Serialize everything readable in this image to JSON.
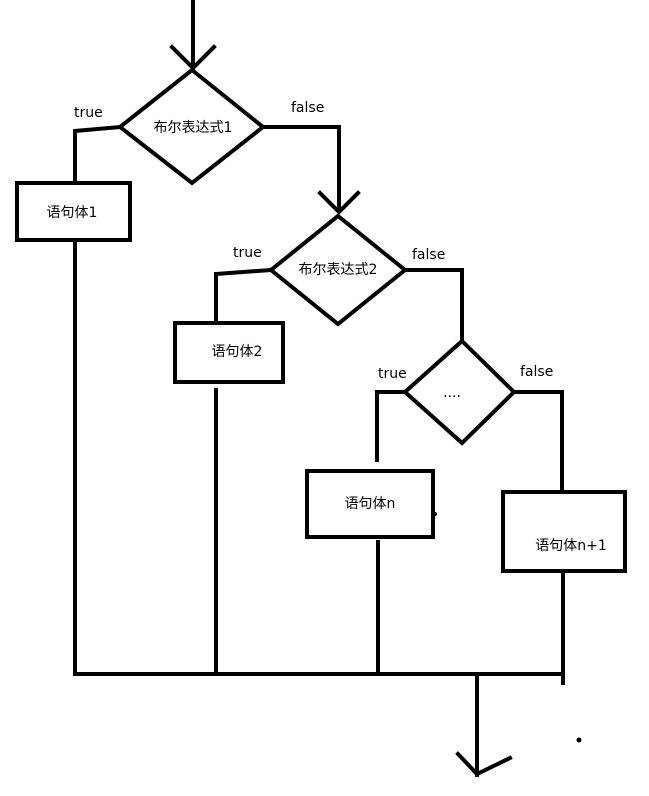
{
  "diagram": {
    "decisions": [
      {
        "id": "d1",
        "text": "布尔表达式1"
      },
      {
        "id": "d2",
        "text": "布尔表达式2"
      },
      {
        "id": "d3",
        "text": "...."
      }
    ],
    "statements": [
      {
        "id": "s1",
        "text": "语句体1"
      },
      {
        "id": "s2",
        "text": "语句体2"
      },
      {
        "id": "sn",
        "text": "语句体n"
      },
      {
        "id": "sn1",
        "text": "语句体n+1"
      }
    ],
    "branch_labels": {
      "true": "true",
      "false": "false"
    },
    "colors": {
      "stroke": "#000000",
      "background": "#ffffff"
    }
  }
}
